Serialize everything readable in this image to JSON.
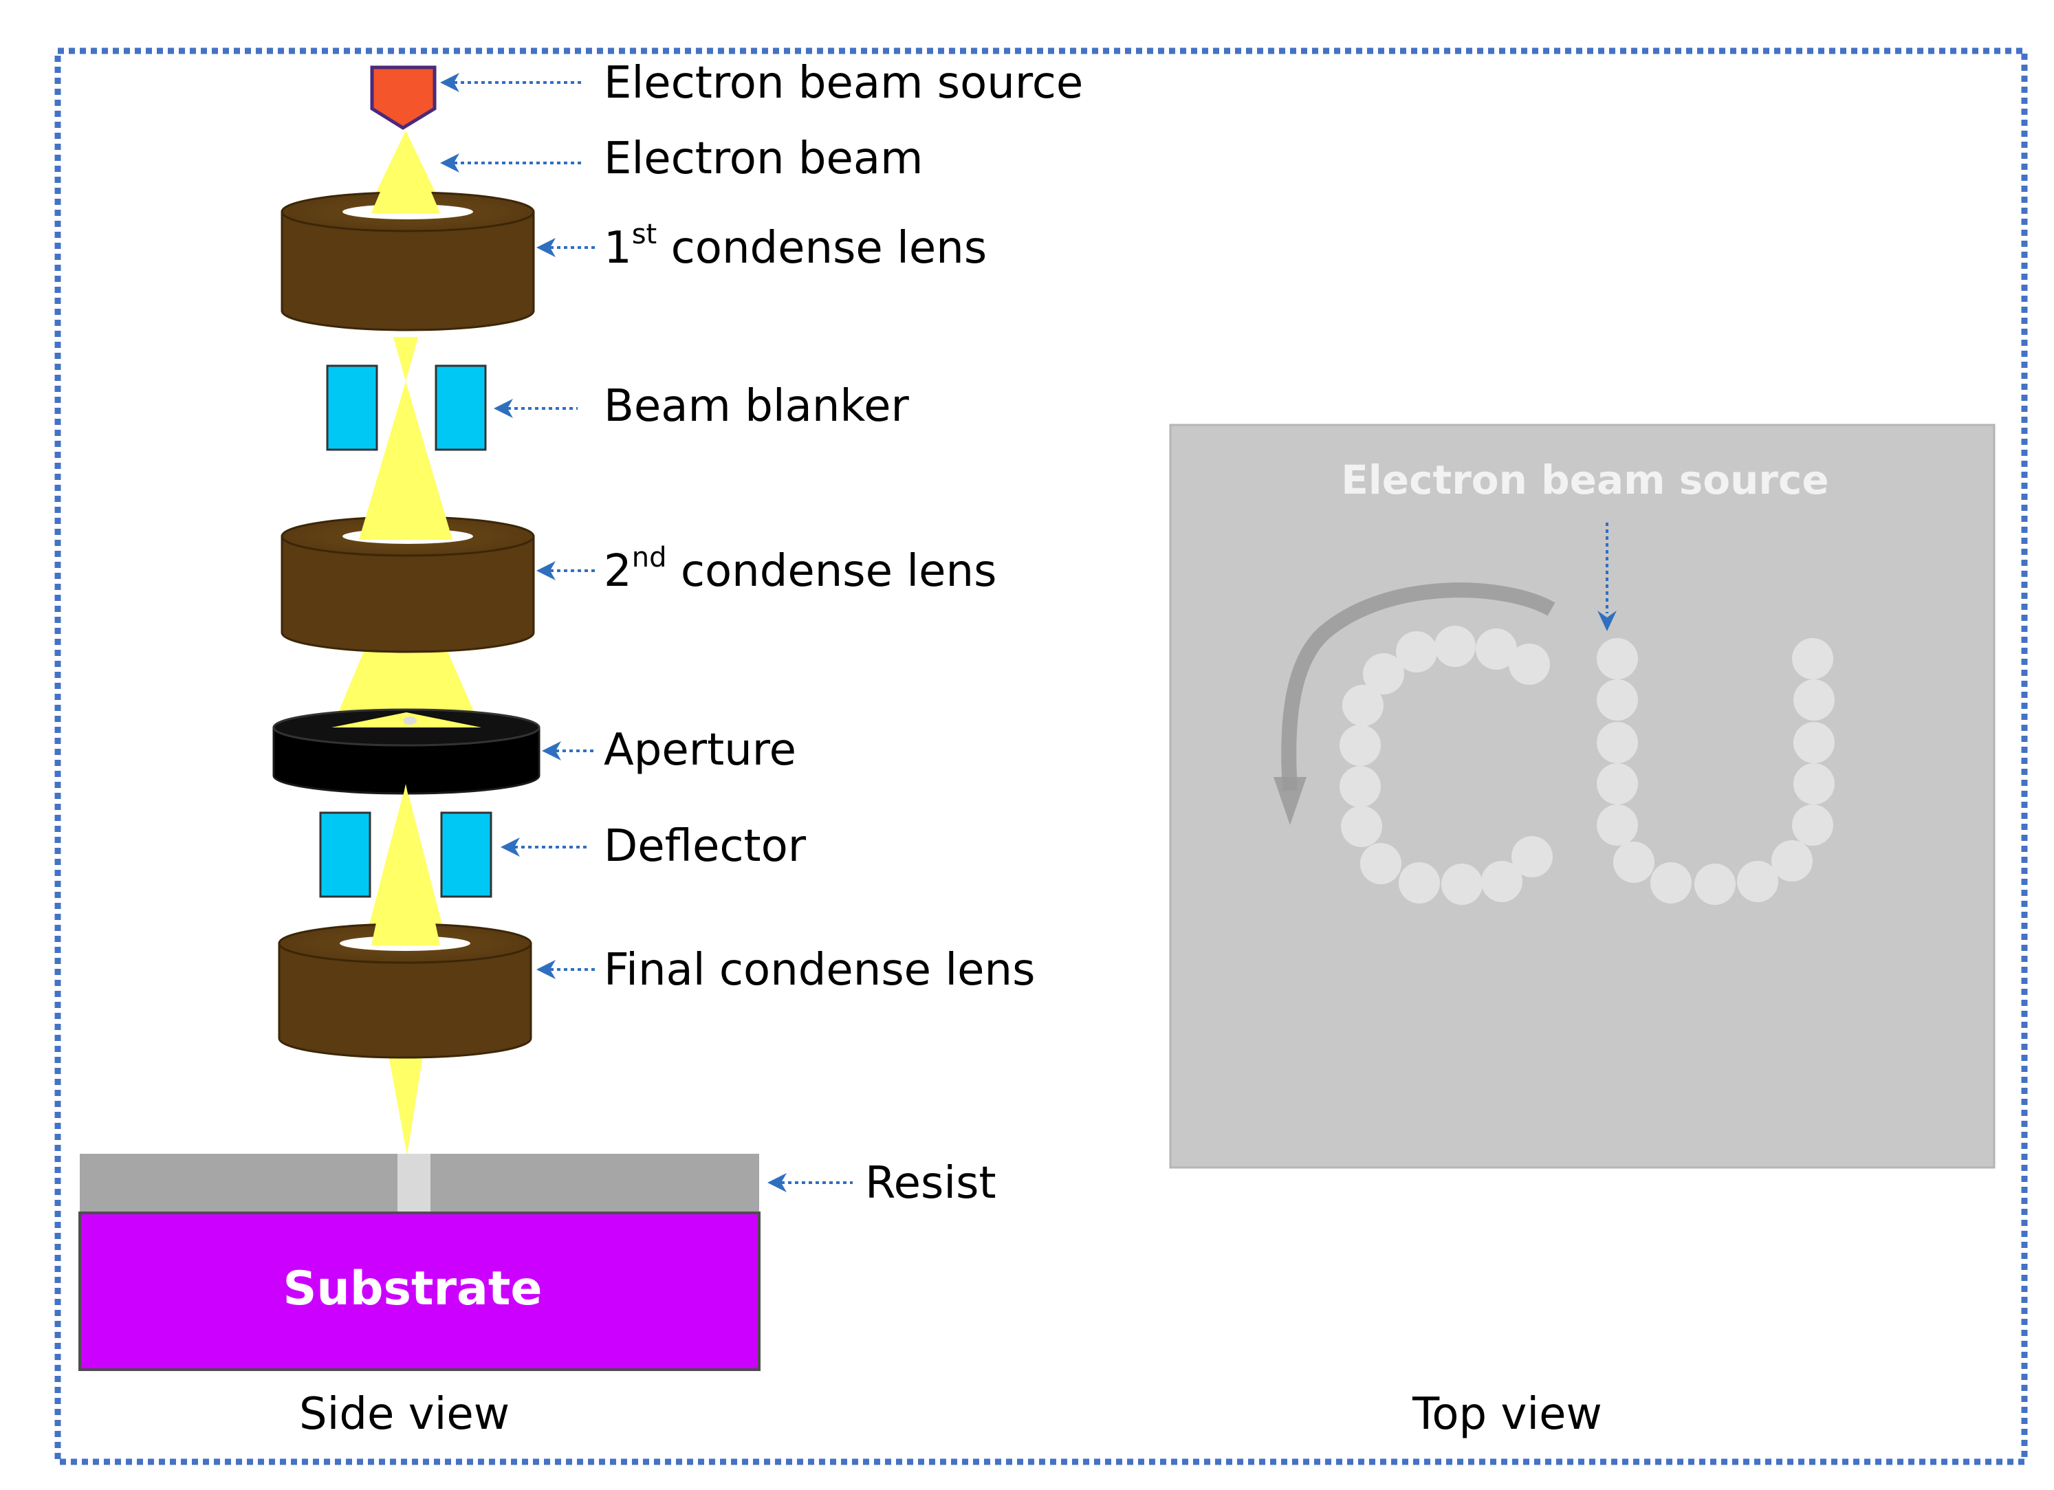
{
  "labels": {
    "electron_beam_source": "Electron beam source",
    "electron_beam": "Electron beam",
    "first_lens_num": "1",
    "first_lens_sup": "st",
    "first_lens_text": " condense lens",
    "beam_blanker": "Beam blanker",
    "second_lens_num": "2",
    "second_lens_sup": "nd",
    "second_lens_text": " condense lens",
    "aperture": "Aperture",
    "deflector": "Deflector",
    "final_lens": "Final condense lens",
    "resist": "Resist",
    "substrate": "Substrate"
  },
  "top_view": {
    "source_label": "Electron beam source",
    "pattern_letters": "CU"
  },
  "captions": {
    "side_view": "Side view",
    "top_view": "Top view"
  },
  "colors": {
    "frame": "#4472c4",
    "arrow": "#2f6fc0",
    "source": "#f4552a",
    "beam": "#ffff66",
    "lens": "#5a3b12",
    "lens_top": "#5f4014",
    "blanker": "#00c8f5",
    "aperture": "#000000",
    "resist": "#a6a6a6",
    "substrate": "#cc00ff",
    "top_panel": "#c8c8c8",
    "dots": "#e2e2e2"
  }
}
